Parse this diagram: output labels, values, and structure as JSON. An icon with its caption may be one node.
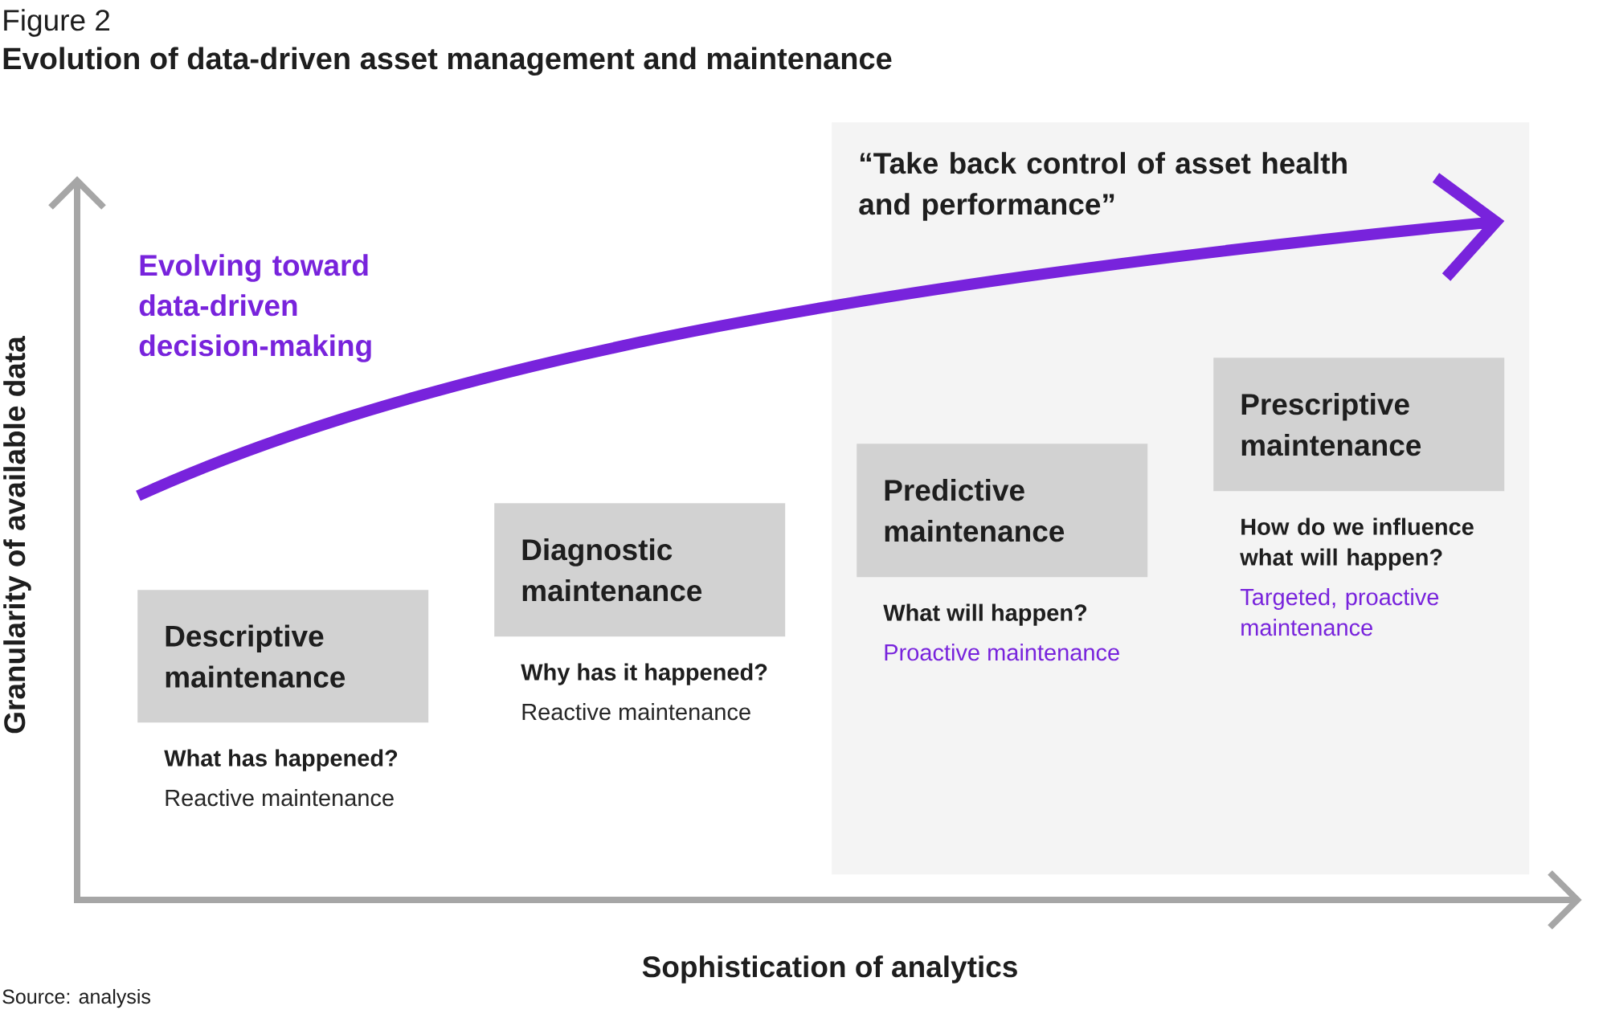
{
  "diagram": {
    "title": "Evolution of data-driven asset management and maintenance",
    "nodes": [
      {
        "text": [
          "Descriptive maintenance"
        ],
        "beside": [
          "What has happened?",
          "Reactive maintenance"
        ]
      },
      {
        "text": [
          "Diagnostic maintenance"
        ],
        "beside": [
          "Why has it happened?",
          "Reactive maintenance"
        ]
      },
      {
        "text": [
          "“Take back control of asset health and performance”"
        ]
      },
      {
        "text": [
          "Predictive maintenance"
        ],
        "in": 2,
        "beside": [
          "What will happen?",
          "Proactive maintenance"
        ]
      },
      {
        "text": [
          "Prescriptive maintenance"
        ],
        "in": 2,
        "beside": [
          "How do we influence what will happen?",
          "Targeted, proactive maintenance"
        ]
      }
    ],
    "labels": [
      "Figure 2",
      "Evolving toward data-driven decision-making",
      "Granularity of available data",
      "Sophistication of analytics",
      "Source: analysis"
    ]
  }
}
